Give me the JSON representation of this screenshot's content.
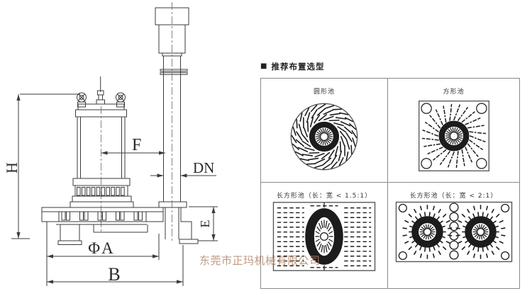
{
  "left_drawing": {
    "labels": {
      "h": "H",
      "f": "F",
      "dn": "DN",
      "phi_a": "ΦA",
      "e": "E",
      "b": "B"
    }
  },
  "right_panel": {
    "header_bullet": "■",
    "header": "推荐布置选型",
    "cells": [
      {
        "label": "圆形池"
      },
      {
        "label": "方形池"
      },
      {
        "label": "长方形池（长：宽 < 1.5:1）"
      },
      {
        "label": "长方形池（长：宽 < 2:1）"
      }
    ]
  },
  "watermark": "东莞市正玛机械有限公司",
  "colors": {
    "drawing_line": "#3b3b3b",
    "diagram_ink": "#1c1c1c",
    "panel_border": "#8a8a8a",
    "watermark": "#b3876d"
  }
}
